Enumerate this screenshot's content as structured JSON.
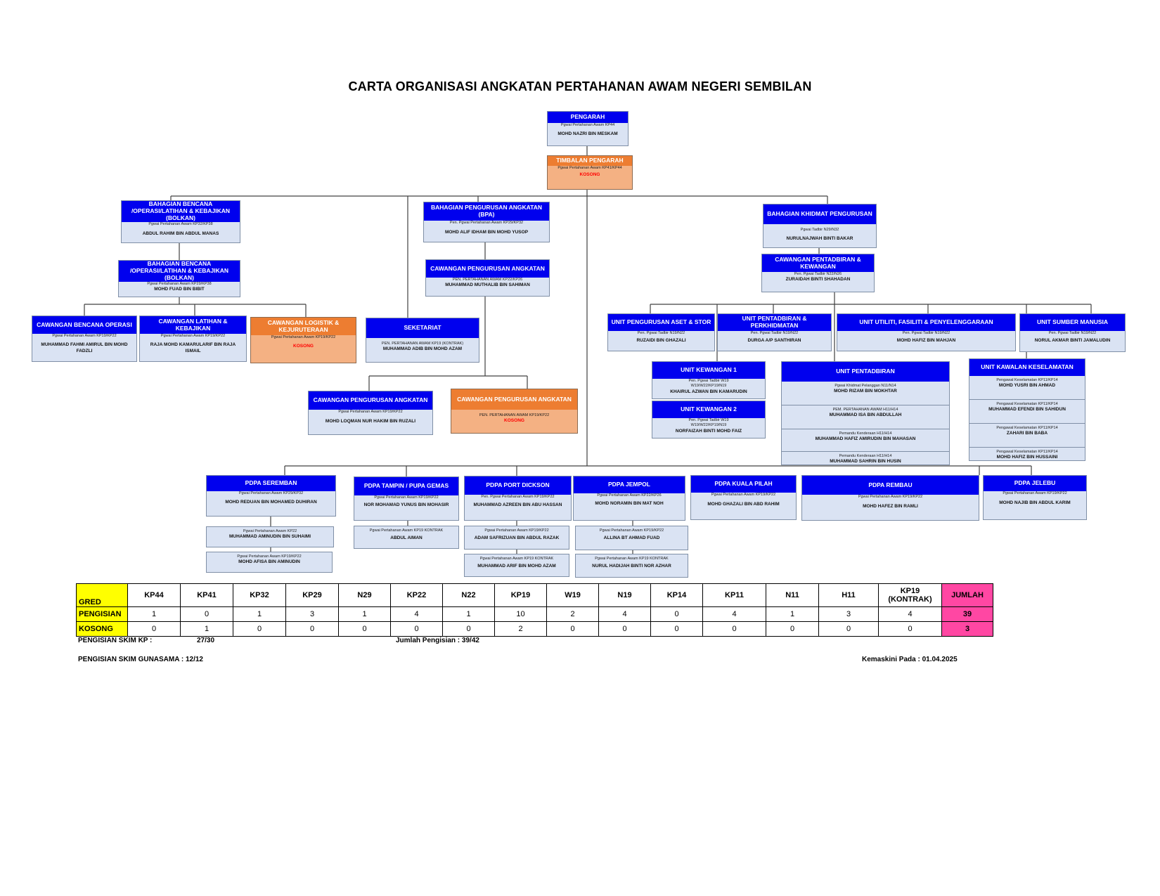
{
  "title": "CARTA ORGANISASI ANGKATAN PERTAHANAN AWAM NEGERI SEMBILAN",
  "nodes": {
    "pengarah": {
      "head": "PENGARAH",
      "rows": [
        "Pgwai Pertahanan Awam KP44"
      ],
      "name": "MOHD NAZRI BIN MESKAM"
    },
    "timbalan": {
      "head": "TIMBALAN PENGARAH",
      "rows": [
        "Pgwai Pertahanan Awam KP41/KP44"
      ],
      "name": "KOSONG"
    },
    "bolkan1": {
      "head": "BAHAGIAN BENCANA /OPERASI/LATIHAN & KEBAJIKAN (BOLKAN)",
      "rows": [
        "Pgwai Pertahanan Awam KP32/KP38"
      ],
      "name": "ABDUL RAHIM BIN ABDUL MANAS"
    },
    "bolkan2": {
      "head": "BAHAGIAN BENCANA /OPERASI/LATIHAN & KEBAJIKAN (BOLKAN)",
      "rows": [
        "Pgwai Pertahanan Awam KP29/KP38"
      ],
      "name": "MOHD FUAD BIN BIBIT"
    },
    "bpa": {
      "head": "BAHAGIAN PENGURUSAN ANGKATAN (BPA)",
      "rows": [
        "Pen. Pgwai Pertahanan Awam KP29/KP32"
      ],
      "name": "MOHD ALIF IDHAM BIN MOHD YUSOP"
    },
    "cpa1": {
      "head": "CAWANGAN PENGURUSAN ANGKATAN",
      "rows": [
        "PEN. PERTAHANAN AWAM KP22/KP26"
      ],
      "name": "MUHAMMAD MUTHALIB BIN SAHIMAN"
    },
    "bkp": {
      "head": "BAHAGIAN KHIDMAT PENGURUSAN",
      "rows": [
        "Pgwai Tadbir N29/N32"
      ],
      "name": "NURULNAJWAH BINTI BAKAR"
    },
    "cpk": {
      "head": "CAWANGAN PENTADBIRAN & KEWANGAN",
      "rows": [
        "Pen. Pgwai Tadbir N22/N26"
      ],
      "name": "ZURAIDAH BINTI SHAHADAN"
    },
    "cbo": {
      "head": "CAWANGAN BENCANA OPERASI",
      "rows": [
        "Pgwai Pertahanan Awam KP19/KP22"
      ],
      "name": "MUHAMMAD FAHMI AMIRUL BIN MOHD FADZLI"
    },
    "clk": {
      "head": "CAWANGAN LATIHAN & KEBAJIKAN",
      "rows": [
        "Pgwai Pertahanan Awam KP19/KP22"
      ],
      "name": "RAJA MOHD KAMARULARIF BIN RAJA ISMAIL"
    },
    "clogistik": {
      "head": "CAWANGAN LOGISTIK & KEJURUTERAAN",
      "rows": [
        "Pgwai Pertahanan Awam KP19/KP22"
      ],
      "name": "KOSONG"
    },
    "seketariat": {
      "head": "SEKETARIAT",
      "rows": [
        "PEN. PERTAHANAN AWAM KP19 (KONTRAK)"
      ],
      "name": "MUHAMMAD ADIB BIN MOHD AZAM"
    },
    "cpa2": {
      "head": "CAWANGAN PENGURUSAN ANGKATAN",
      "rows": [
        "Pgwai Pertahanan Awam KP19/KP22"
      ],
      "name": "MOHD LOQMAN NUR HAKIM BIN RUZALI"
    },
    "cpa3": {
      "head": "CAWANGAN PENGURUSAN ANGKATAN",
      "rows": [
        "PEN. PERTAHANAN AWAM KP19/KP22"
      ],
      "name": "KOSONG"
    },
    "ups": {
      "head": "UNIT PENGURUSAN ASET & STOR",
      "rows": [
        "Pen. Pgwai Tadbir N19/N22"
      ],
      "name": "RUZAIDI BIN GHAZALI"
    },
    "upp": {
      "head": "UNIT PENTADBIRAN & PERKHIDMATAN",
      "rows": [
        "Pen. Pgwai Tadbir N19/N22"
      ],
      "name": "DURGA A/P SANTHIRAN"
    },
    "uufp": {
      "head": "UNIT UTILITI, FASILITI & PENYELENGGARAAN",
      "rows": [
        "Pen. Pgwai Tadbir N19/N22"
      ],
      "name": "MOHD HAFIZ BIN MAHJAN"
    },
    "usm": {
      "head": "UNIT SUMBER MANUSIA",
      "rows": [
        "Pen. Pgwai Tadbir N19/N22"
      ],
      "name": "NORUL AKMAR BINTI JAMALUDIN"
    },
    "uk1": {
      "head": "UNIT KEWANGAN 1",
      "rows": [
        "Pen. Pgwai Tadbir W19",
        "W19/W22/KP19/N19"
      ],
      "name": "KHAIRUL AZWAN BIN KAMARUDIN"
    },
    "uk2": {
      "head": "UNIT KEWANGAN 2",
      "rows": [
        "Pen. Pgwai Tadbir W19",
        "W19/W22/KP19/N19"
      ],
      "name": "NORFAIZAH BINTI MOHD FAIZ"
    },
    "upent": {
      "head": "UNIT PENTADBIRAN",
      "blocks": [
        {
          "row": "Pgwai Khidmat Pelanggan N11/N14",
          "name": "MOHD RIZAM BIN MOKHTAR"
        },
        {
          "row": "PEM. PERTAHANAN AWAM H11/H14",
          "name": "MUHAMMAD ISA BIN ABDULLAH"
        },
        {
          "row": "Pemandu Kenderaan H11/H14",
          "name": "MUHAMMAD HAFIZ AMIRUDIN BIN MAHASAN"
        },
        {
          "row": "Pemandu Kenderaan H11/H14",
          "name": "MUHAMMAD SAHRIN BIN HUSIN"
        }
      ]
    },
    "ukk": {
      "head": "UNIT KAWALAN KESELAMATAN",
      "blocks": [
        {
          "row": "Pengawal Keselamatan KP11/KP14",
          "name": "MOHD YUSRI BIN AHMAD"
        },
        {
          "row": "Pengawal Keselamatan KP11/KP14",
          "name": "MUHAMMAD EFENDI BIN SAHIDUN"
        },
        {
          "row": "Pengawal Keselamatan KP11/KP14",
          "name": "ZAHARI BIN BABA"
        },
        {
          "row": "Pengawal Keselamatan KP11/KP14",
          "name": "MOHD HAFIZ BIN HUSSAINI"
        }
      ]
    },
    "seremban": {
      "head": "PDPA SEREMBAN",
      "rows": [
        "Pgwai Pertahanan Awam KP29/KP32"
      ],
      "name": "MOHD REDUAN BIN MOHAMED DUHIRAN"
    },
    "seremban2": {
      "rows": [
        "Pgwai Pertahanan Awam KP22"
      ],
      "name": "MUHAMMAD AMINUDIN BIN SUHAIMI"
    },
    "seremban3": {
      "rows": [
        "Pgwai Pertahanan Awam KP19/KP22"
      ],
      "name": "MOHD AFISA BIN AMINUDIN"
    },
    "tampin": {
      "head": "PDPA TAMPIN / PUPA GEMAS",
      "rows": [
        "Pgwai Pertahanan Awam KP19/KP22"
      ],
      "name": "NOR MOHAMAD YUNUS BIN MOHASIR"
    },
    "tampin2": {
      "rows": [
        "Pgwai Pertahanan Awam KP19 KONTRAK"
      ],
      "name": "ABDUL AIMAN"
    },
    "pd": {
      "head": "PDPA PORT DICKSON",
      "rows": [
        "Pen. Pgwai Pertahanan Awam KP19/KP22"
      ],
      "name": "MUHAMMAD AZREEN BIN ABU HASSAN"
    },
    "pd2": {
      "rows": [
        "Pgwai Pertahanan Awam KP19/KP22"
      ],
      "name": "ADAM SAFRIZUAN BIN ABDUL RAZAK"
    },
    "pd3": {
      "rows": [
        "Pgwai Pertahanan Awam KP19 KONTRAK"
      ],
      "name": "MUHAMMAD ARIF BIN MOHD AZAM"
    },
    "jempol": {
      "head": "PDPA JEMPOL",
      "rows": [
        "Pgwai Pertahanan Awam KP22/KP26"
      ],
      "name": "MOHD NORAMIN BIN MAT NOH"
    },
    "jempol2": {
      "rows": [
        "Pgwai Pertahanan Awam KP19/KP22"
      ],
      "name": "ALLINA BT AHMAD FUAD"
    },
    "jempol3": {
      "rows": [
        "Pgwai Pertahanan Awam KP19 KONTRAK"
      ],
      "name": "NURUL HADIJAH BINTI NOR AZHAR"
    },
    "kp": {
      "head": "PDPA KUALA PILAH",
      "rows": [
        "Pgwai Pertahanan Awam KP19/KP22"
      ],
      "name": "MOHD GHAZALI BIN ABD RAHIM"
    },
    "rembau": {
      "head": "PDPA REMBAU",
      "rows": [
        "Pgwai Pertahanan Awam KP19/KP22"
      ],
      "name": "MOHD HAFEZ BIN RAMLI"
    },
    "jelebu": {
      "head": "PDPA JELEBU",
      "rows": [
        "Pgwai Pertahanan Awam KP19/KP22"
      ],
      "name": "MOHD NAJIB BIN ABDUL KARIM"
    }
  },
  "grade_table": {
    "label_gred": "GRED",
    "label_pengisian": "PENGISIAN",
    "label_kosong": "KOSONG",
    "headers": [
      "KP44",
      "KP41",
      "KP32",
      "KP29",
      "N29",
      "KP22",
      "N22",
      "KP19",
      "W19",
      "N19",
      "KP14",
      "KP11",
      "N11",
      "H11",
      "KP19 (KONTRAK)",
      "JUMLAH"
    ],
    "pengisian": [
      "1",
      "0",
      "1",
      "3",
      "1",
      "4",
      "1",
      "10",
      "2",
      "4",
      "0",
      "4",
      "1",
      "3",
      "4",
      "39"
    ],
    "kosong": [
      "0",
      "1",
      "0",
      "0",
      "0",
      "0",
      "0",
      "2",
      "0",
      "0",
      "0",
      "0",
      "0",
      "0",
      "0",
      "3"
    ]
  },
  "footer": {
    "skim_kp_label": "PENGISIAN SKIM KP :",
    "skim_kp_value": "27/30",
    "jumlah_pengisian": "Jumlah Pengisian : 39/42",
    "gunasama": "PENGISIAN SKIM GUNASAMA :  12/12",
    "kemaskini": "Kemaskini Pada : 01.04.2025"
  },
  "colors": {
    "header_blue": "#0000ee",
    "box_blue": "#dae3f3",
    "header_orange": "#ed7d31",
    "box_orange": "#f4b183",
    "vacant_red": "#ff0000",
    "gred_yellow": "#ffff00",
    "jumlah_pink": "#ff47a3"
  }
}
